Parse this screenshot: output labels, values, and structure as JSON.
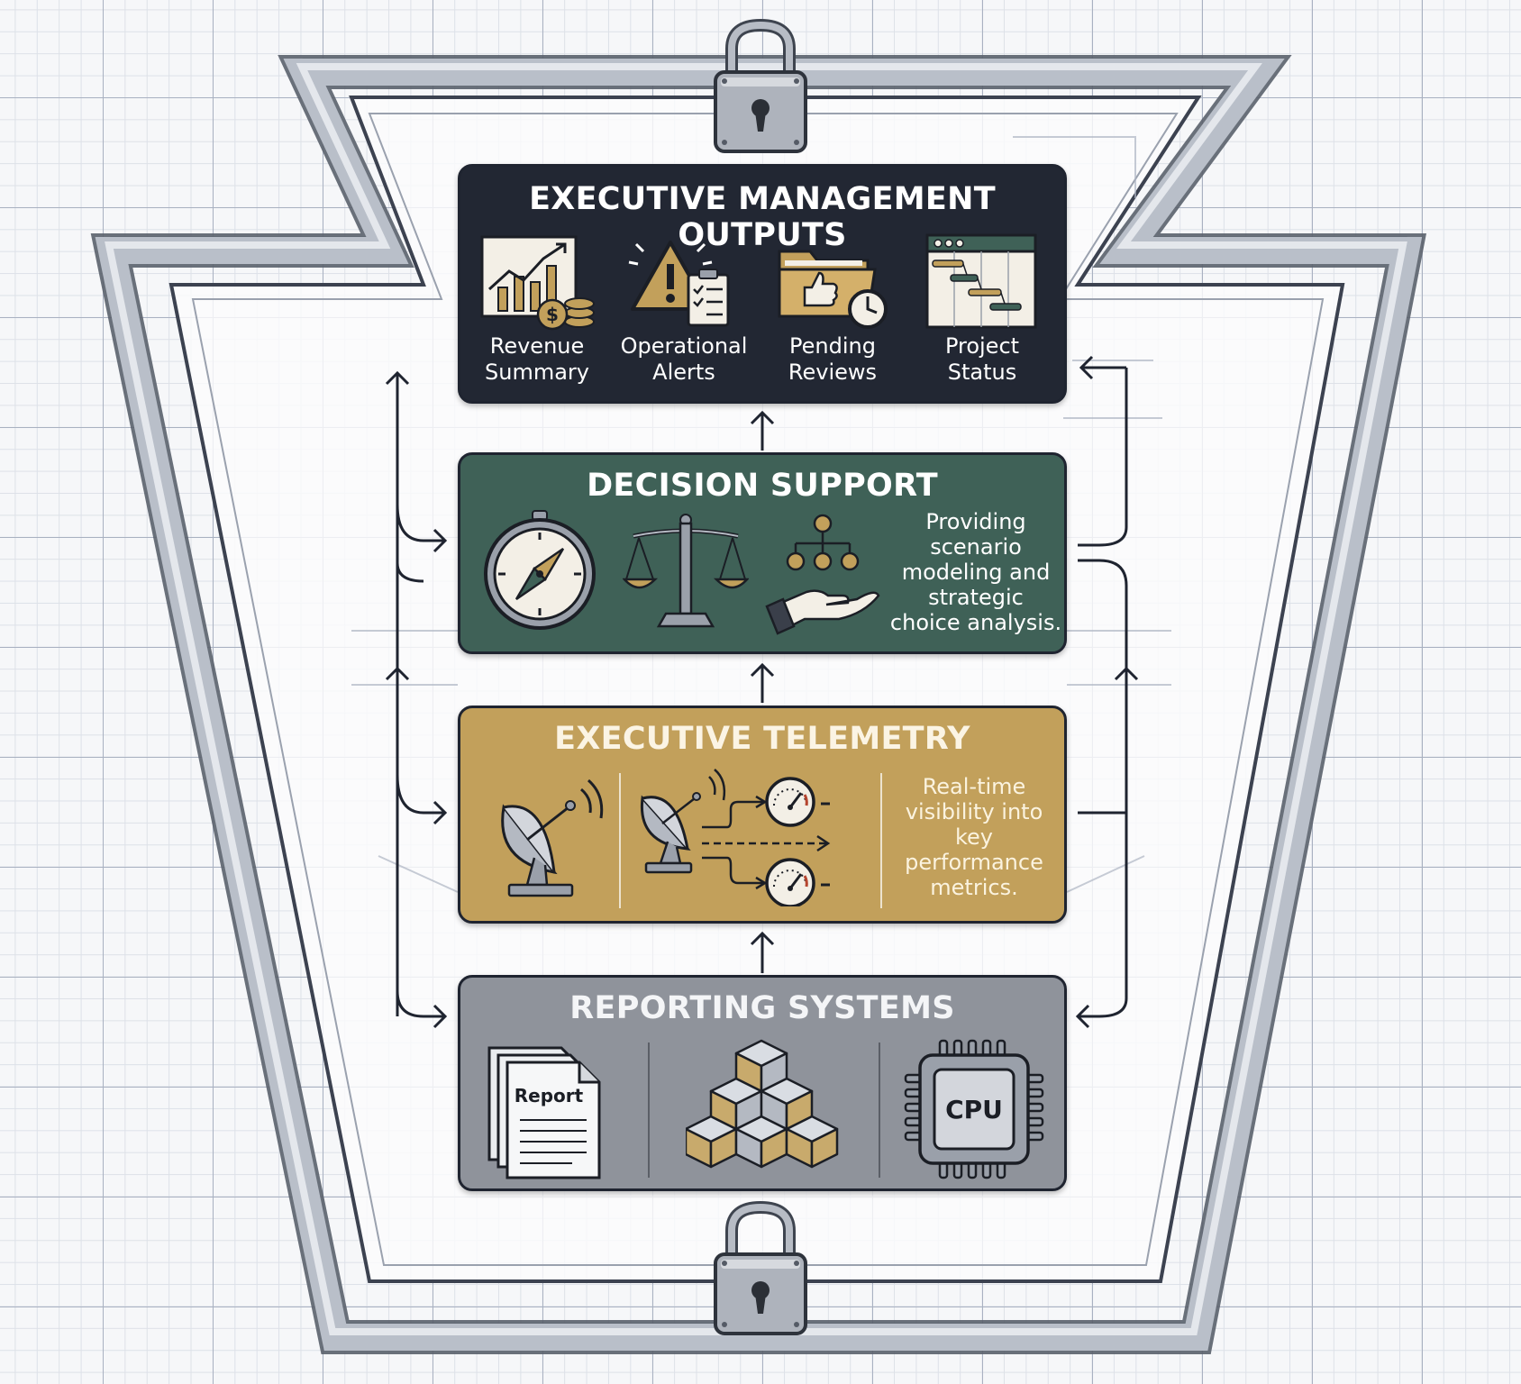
{
  "diagram": {
    "layers": [
      {
        "id": "outputs",
        "title": "EXECUTIVE MANAGEMENT OUTPUTS",
        "items": [
          {
            "label_line1": "Revenue",
            "label_line2": "Summary",
            "icon": "revenue-chart-icon"
          },
          {
            "label_line1": "Operational",
            "label_line2": "Alerts",
            "icon": "warning-alert-icon"
          },
          {
            "label_line1": "Pending",
            "label_line2": "Reviews",
            "icon": "folder-clock-icon"
          },
          {
            "label_line1": "Project",
            "label_line2": "Status",
            "icon": "gantt-chart-icon"
          }
        ]
      },
      {
        "id": "decision",
        "title": "DECISION SUPPORT",
        "description_lines": [
          "Providing",
          "scenario",
          "modeling and",
          "strategic",
          "choice analysis."
        ],
        "icons": [
          "compass-icon",
          "balance-scale-icon",
          "org-hand-icon"
        ]
      },
      {
        "id": "telemetry",
        "title": "EXECUTIVE TELEMETRY",
        "description_lines": [
          "Real-time",
          "visibility into",
          "key",
          "performance",
          "metrics."
        ],
        "icons": [
          "satellite-dish-icon",
          "dish-to-gauges-icon"
        ]
      },
      {
        "id": "reporting",
        "title": "REPORTING SYSTEMS",
        "report_label": "Report",
        "cpu_label": "CPU",
        "icons": [
          "report-documents-icon",
          "cube-stack-icon",
          "cpu-chip-icon"
        ]
      }
    ],
    "frame_icons": [
      "padlock-top-icon",
      "padlock-bottom-icon"
    ],
    "colors": {
      "outputs": "#222733",
      "decision": "#3f6157",
      "telemetry": "#c2a05b",
      "reporting": "#8f939b",
      "frame": "#a7adb8"
    }
  }
}
